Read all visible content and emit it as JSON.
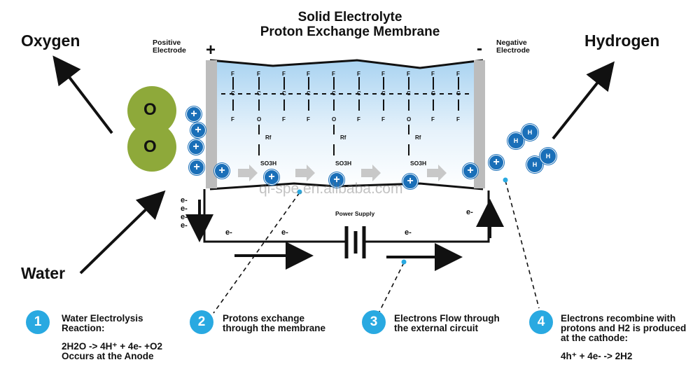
{
  "title": {
    "line1": "Solid Electrolyte",
    "line2": "Proton Exchange Membrane"
  },
  "gases": {
    "oxygen": "Oxygen",
    "hydrogen": "Hydrogen",
    "water": "Water"
  },
  "electrodes": {
    "positive_line1": "Positive",
    "positive_line2": "Electrode",
    "negative_line1": "Negative",
    "negative_line2": "Electrode",
    "plus_sign": "+",
    "minus_sign": "-"
  },
  "oxygen_molecule": {
    "atom": "O"
  },
  "hydrogen_atom": "H",
  "proton_symbol": "+",
  "electron_symbol": "e-",
  "membrane_chem": {
    "fluorine": "F",
    "carbon": "C",
    "oxygen": "O",
    "rf": "Rf",
    "so3h": "SO3H"
  },
  "power_supply": "Power Supply",
  "watermark": "ql-spe.en.alibaba.com",
  "steps": [
    {
      "num": "1",
      "line1": "Water Electrolysis",
      "line2": "Reaction:",
      "line3": "2H2O -> 4H⁺ + 4e- +O2",
      "line4": "Occurs at the Anode"
    },
    {
      "num": "2",
      "line1": "Protons exchange",
      "line2": "through the membrane"
    },
    {
      "num": "3",
      "line1": "Electrons Flow through",
      "line2": "the external circuit"
    },
    {
      "num": "4",
      "line1": "Electrons recombine with",
      "line2": "protons and H2 is produced",
      "line3": "at the cathode:",
      "line4": "4h⁺ + 4e- -> 2H2"
    }
  ],
  "colors": {
    "proton_blue": "#1a6fb8",
    "step_blue": "#29a9e1",
    "oxygen_green": "#8ea93a",
    "membrane_top": "#a9d3f1",
    "electrode_grey": "#bcbcbc"
  }
}
